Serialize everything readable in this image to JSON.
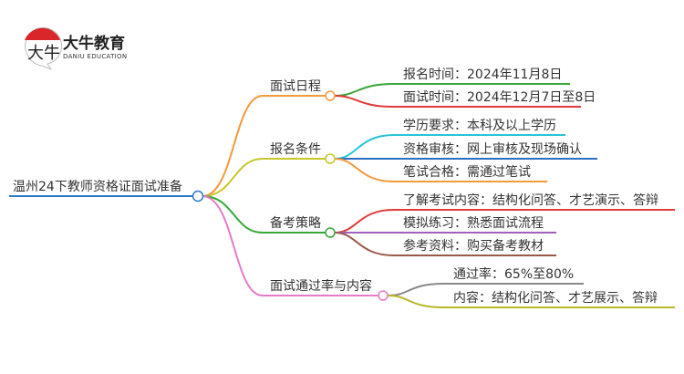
{
  "logo": {
    "name_cn": "大牛教育",
    "name_en": "DANIU EDUCATION",
    "badge": "大牛"
  },
  "root": {
    "label": "温州24下教师资格证面试准备",
    "color": "#2a78c2"
  },
  "branches": [
    {
      "label": "面试日程",
      "color": "#f39a3a",
      "leaves": [
        {
          "text": "报名时间：2024年11月8日",
          "color": "#3aa63a"
        },
        {
          "text": "面试时间：2024年12月7日至8日",
          "color": "#e03a3a"
        }
      ]
    },
    {
      "label": "报名条件",
      "color": "#c8c62a",
      "leaves": [
        {
          "text": "学历要求：本科及以上学历",
          "color": "#28c4d8"
        },
        {
          "text": "资格审核：网上审核及现场确认",
          "color": "#2a6fc2"
        },
        {
          "text": "笔试合格：需通过笔试",
          "color": "#f39a3a"
        }
      ]
    },
    {
      "label": "备考策略",
      "color": "#38a838",
      "leaves": [
        {
          "text": "了解考试内容：结构化问答、才艺演示、答辩",
          "color": "#e03a3a"
        },
        {
          "text": "模拟练习：熟悉面试流程",
          "color": "#a060c0"
        },
        {
          "text": "参考资料：购买备考教材",
          "color": "#9a5a4a"
        }
      ]
    },
    {
      "label": "面试通过率与内容",
      "color": "#e57ac8",
      "leaves": [
        {
          "text": "通过率：65%至80%",
          "color": "#8a8a8a"
        },
        {
          "text": "内容：结构化问答、才艺展示、答辩",
          "color": "#b8b82a"
        }
      ]
    }
  ]
}
